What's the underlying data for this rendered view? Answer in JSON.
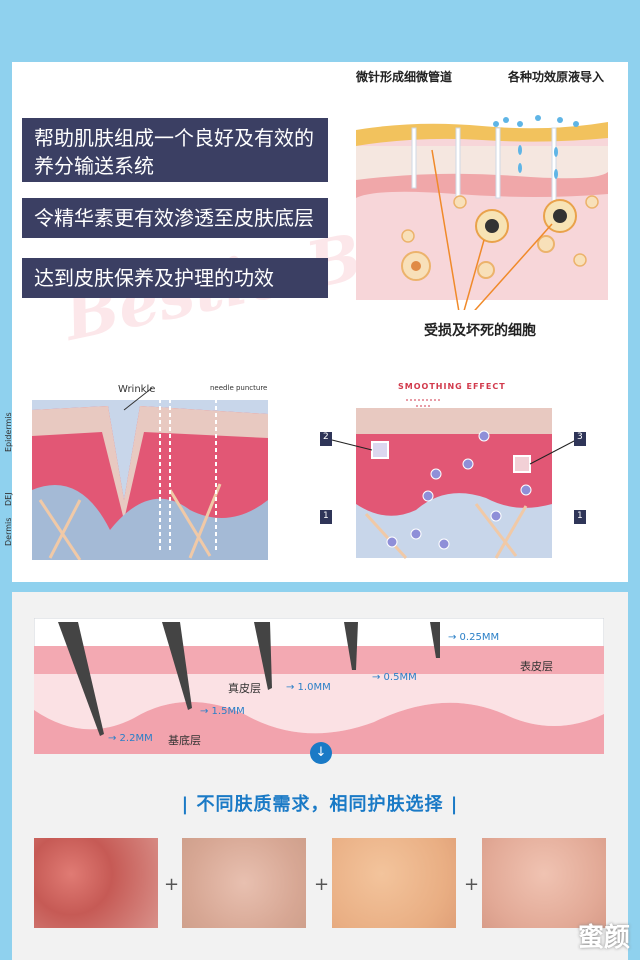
{
  "headlines": [
    {
      "line1": "帮助肌肤组成一个良好及有效的",
      "line2": "养分输送系统"
    },
    {
      "line1": "令精华素更有效渗透至皮肤底层"
    },
    {
      "line1": "达到皮肤保养及护理的功效"
    }
  ],
  "micro_diagram": {
    "label_channels": "微针形成细微管道",
    "label_serum": "各种功效原液导入",
    "label_cells": "受损及坏死的细胞"
  },
  "wrinkle_diagram": {
    "wrinkle": "Wrinkle",
    "needle": "needle puncture",
    "layer_epidermis": "Epidermis",
    "layer_dej": "DEJ",
    "layer_dermis": "Dermis"
  },
  "smoothing_diagram": {
    "title": "SMOOTHING EFFECT",
    "marker_2": "2",
    "marker_3": "3",
    "marker_1a": "1",
    "marker_1b": "1"
  },
  "depth_diagram": {
    "depths": [
      "→ 2.2MM",
      "→ 1.5MM",
      "→ 1.0MM",
      "→ 0.5MM",
      "→ 0.25MM"
    ],
    "epidermis_label": "表皮层",
    "dermis_label": "真皮层",
    "base_label": "基底层"
  },
  "tagline": "| 不同肤质需求，相同护肤选择 |",
  "plus_sign": "+",
  "brand": "蜜颜",
  "watermark": "Bestie Beauty",
  "colors": {
    "headline_bg": "#3b3f63",
    "accent_blue": "#1a7ac6",
    "page_bg": "#8fd1ee"
  }
}
